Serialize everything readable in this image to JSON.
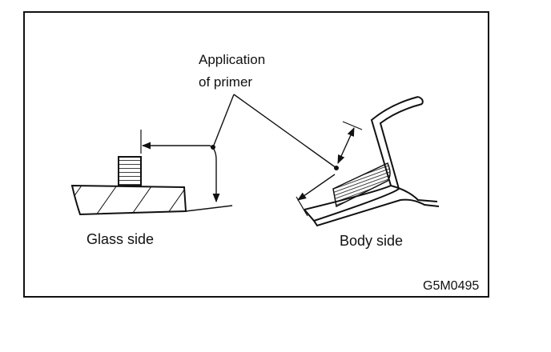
{
  "labels": {
    "callout_line1": "Application",
    "callout_line2": "of primer",
    "glass_side": "Glass side",
    "body_side": "Body side",
    "figure_code": "G5M0495"
  },
  "colors": {
    "ink": "#111111",
    "background": "#ffffff"
  }
}
